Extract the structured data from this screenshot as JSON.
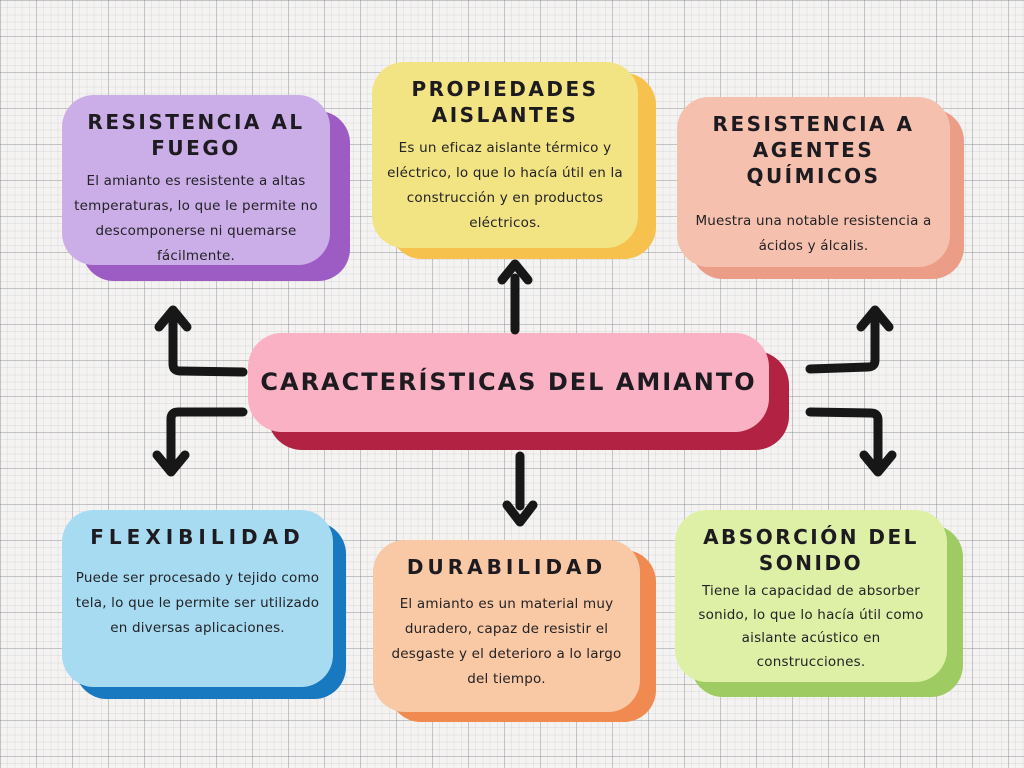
{
  "diagram": {
    "type": "mind-map",
    "background": {
      "paper_color": "#f4f3f1",
      "grid_major_color": "#c5c6cb",
      "grid_minor_color": "#e8e8ea"
    },
    "center": {
      "label": "CARACTERÍSTICAS DEL AMIANTO",
      "fill": "#f9b1c3",
      "shadow": "#b22343"
    },
    "nodes": [
      {
        "id": "resistencia-al-fuego",
        "title": "RESISTENCIA AL FUEGO",
        "body": "El amianto es resistente a altas temperaturas, lo que le permite no descomponerse ni quemarse fácilmente.",
        "fill": "#cbaee8",
        "shadow": "#9c5cc4"
      },
      {
        "id": "propiedades-aislantes",
        "title": "PROPIEDADES AISLANTES",
        "body": "Es un eficaz aislante térmico y eléctrico, lo que lo hacía útil en la construcción y en productos eléctricos.",
        "fill": "#f2e383",
        "shadow": "#f6c14c"
      },
      {
        "id": "resistencia-agentes-quimicos",
        "title": "RESISTENCIA A AGENTES QUÍMICOS",
        "body": "Muestra una notable resistencia a ácidos y álcalis.",
        "fill": "#f6c0ae",
        "shadow": "#ec9d87"
      },
      {
        "id": "flexibilidad",
        "title": "FLEXIBILIDAD",
        "body": "Puede ser procesado y tejido como tela, lo que le permite ser utilizado en diversas aplicaciones.",
        "fill": "#a6dbf2",
        "shadow": "#1878c0"
      },
      {
        "id": "durabilidad",
        "title": "DURABILIDAD",
        "body": "El amianto es un material muy duradero, capaz de resistir el desgaste y el deterioro a lo largo del tiempo.",
        "fill": "#f9c8a4",
        "shadow": "#f08a50"
      },
      {
        "id": "absorcion-del-sonido",
        "title": "ABSORCIÓN DEL SONIDO",
        "body": "Tiene la capacidad de absorber sonido, lo que lo hacía útil como aislante acústico en construcciones.",
        "fill": "#ddf0a6",
        "shadow": "#9ecb62"
      }
    ],
    "arrows": {
      "color": "#171717",
      "items": [
        {
          "id": "arrow-to-resistencia-al-fuego",
          "direction": "elbow-left-up"
        },
        {
          "id": "arrow-to-flexibilidad",
          "direction": "elbow-left-down"
        },
        {
          "id": "arrow-to-propiedades-aislantes",
          "direction": "straight-up"
        },
        {
          "id": "arrow-to-durabilidad",
          "direction": "straight-down"
        },
        {
          "id": "arrow-to-agentes-quimicos",
          "direction": "elbow-right-up"
        },
        {
          "id": "arrow-to-absorcion-sonido",
          "direction": "elbow-right-down"
        }
      ]
    }
  }
}
